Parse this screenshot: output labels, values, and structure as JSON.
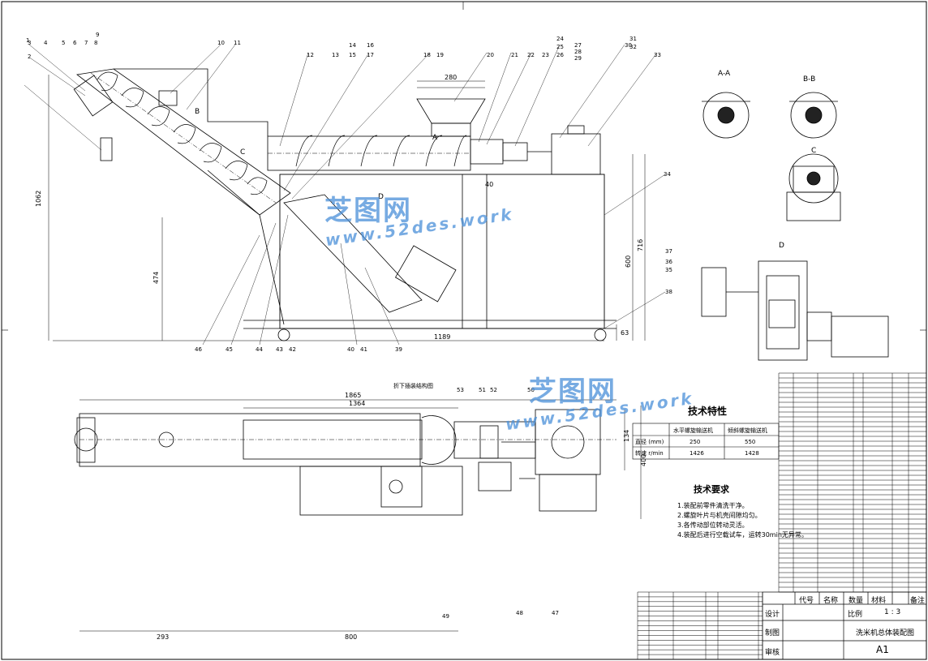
{
  "balloons_top": [
    "1",
    "2",
    "3",
    "4",
    "5",
    "6",
    "7",
    "8",
    "9",
    "10",
    "11",
    "12",
    "13",
    "14",
    "15",
    "16",
    "17",
    "18",
    "19",
    "20",
    "21",
    "22",
    "23",
    "24",
    "25",
    "26",
    "27",
    "28",
    "29",
    "30",
    "31",
    "32",
    "33"
  ],
  "balloons_right": [
    "34",
    "35",
    "36",
    "37",
    "38"
  ],
  "balloons_bottom": [
    "46",
    "45",
    "44",
    "43",
    "42",
    "40",
    "41",
    "39"
  ],
  "balloons_plan": [
    "53",
    "51",
    "52",
    "50",
    "49",
    "48",
    "47"
  ],
  "dims": {
    "hopper_width": "280",
    "total_height": "1062",
    "d474": "474",
    "d600": "600",
    "d716": "716",
    "d1189": "1189",
    "d63": "63",
    "d40": "40",
    "plan_length": "1865",
    "plan_1364": "1364",
    "plan_293": "293",
    "plan_800": "800",
    "plan_400": "400",
    "plan_134": "134"
  },
  "section_labels": {
    "aa": "A-A",
    "bb": "B-B",
    "c": "C",
    "d": "D",
    "view_c": "C",
    "view_a": "A",
    "view_b": "B",
    "view_d": "D"
  },
  "plan_title": "折下插装结构图",
  "tech_specs": {
    "title": "技术特性",
    "col1": "水平螺旋输送机",
    "col2": "倾斜螺旋输送机",
    "row1_label": "直径 (mm)",
    "row1_v1": "250",
    "row1_v2": "550",
    "row2_label": "转速 r/min",
    "row2_v1": "1426",
    "row2_v2": "1428"
  },
  "tech_requirements": {
    "title": "技术要求",
    "items": [
      "1.装配前零件清洗干净。",
      "2.螺旋叶片与机壳间隙均匀。",
      "3.各传动部位转动灵活。",
      "4.装配后进行空载试车，运转30min无异常。"
    ]
  },
  "title_block": {
    "design": "设计",
    "drawing": "制图",
    "review": "审核",
    "scale_label": "比例",
    "scale": "1 : 3",
    "drawing_name": "洗米机总体装配图",
    "sheet": "A1",
    "code": "代号",
    "name": "名称",
    "qty": "数量",
    "material": "材料",
    "remark": "备注"
  },
  "watermark": {
    "cn": "芝图网",
    "en": "www.52des.work"
  },
  "colors": {
    "line": "#000000",
    "watermark": "#4a90d9",
    "paper": "#ffffff"
  }
}
